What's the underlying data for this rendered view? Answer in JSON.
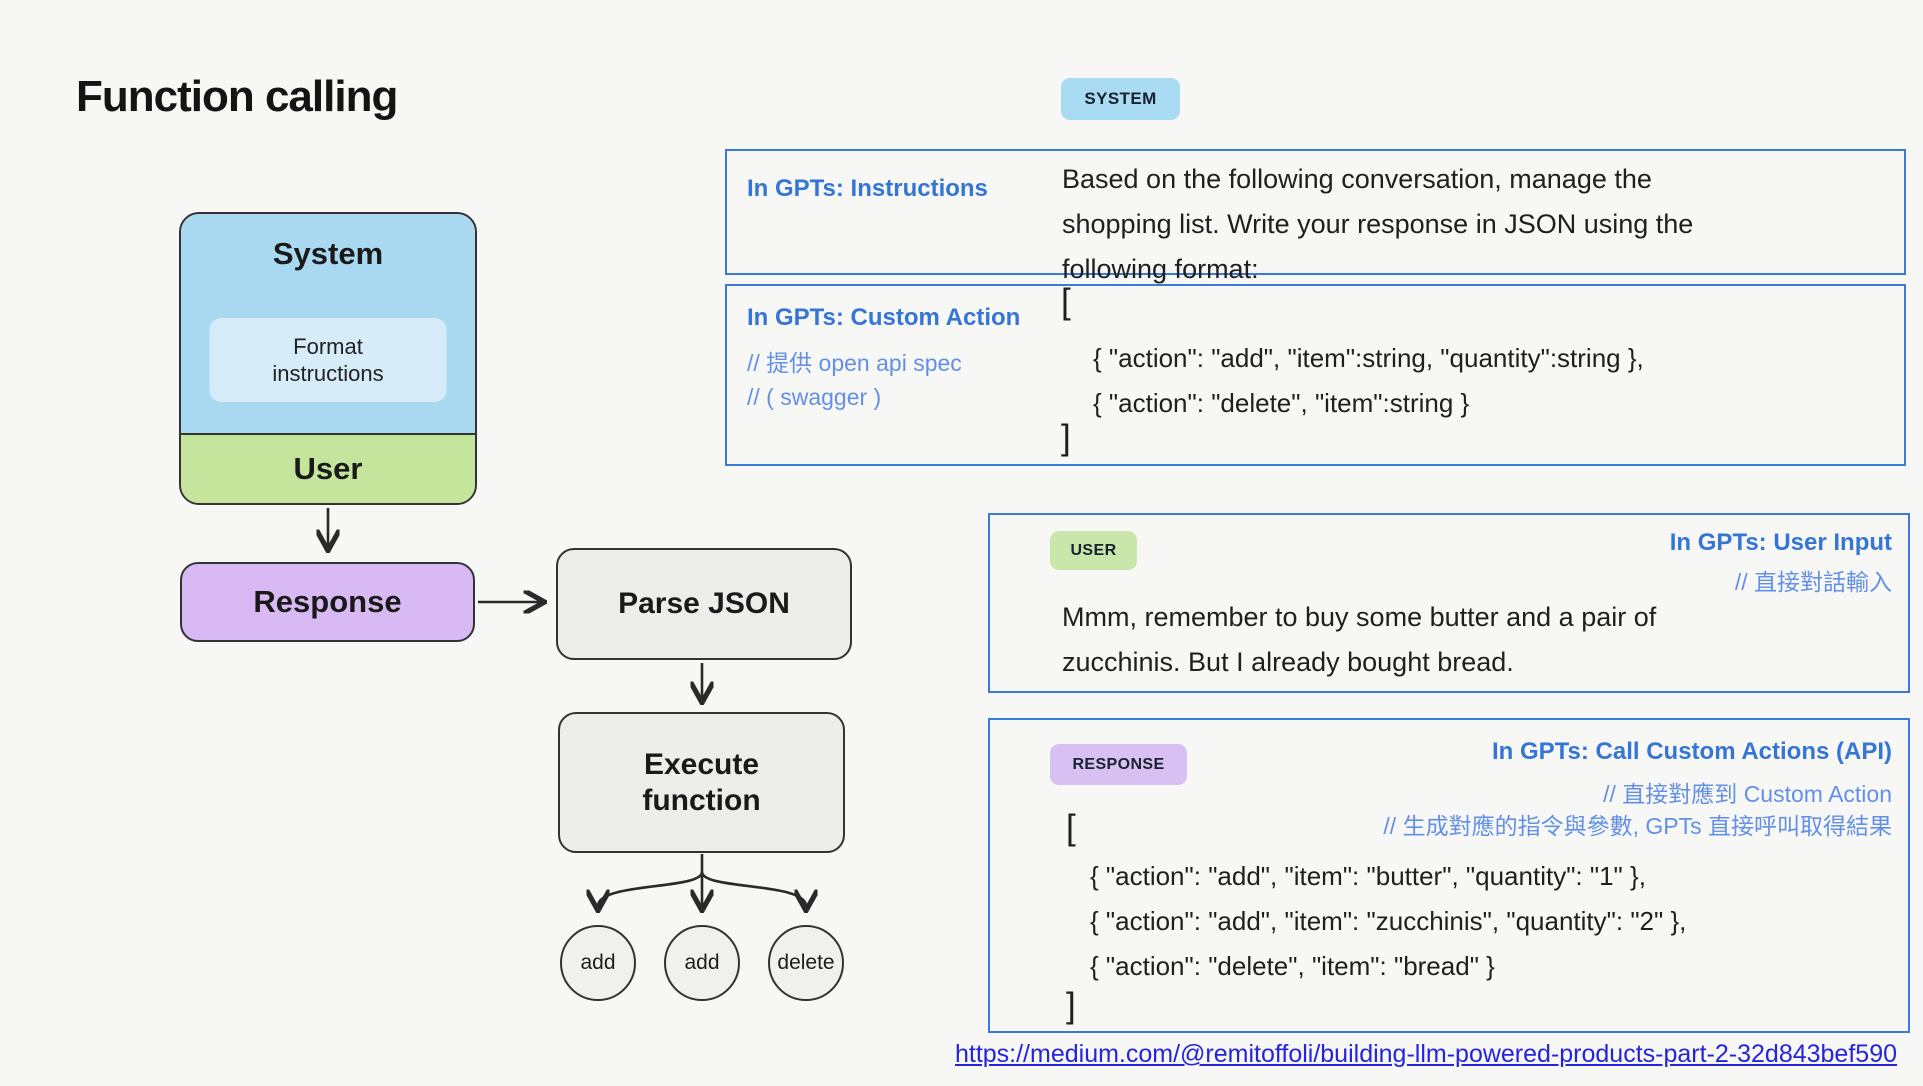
{
  "page": {
    "title": "Function calling",
    "source_link": "https://medium.com/@remitoffoli/building-llm-powered-products-part-2-32d843bef590"
  },
  "colors": {
    "background": "#f7f7f5",
    "system_blue": "#a8d9f0",
    "format_light_blue": "#d6ecf9",
    "user_green": "#c5e49c",
    "response_purple": "#d9b9f4",
    "process_gray": "#ededec",
    "box_border_blue": "#3d79d9",
    "annotation_blue": "#3575d6",
    "comment_blue": "#6390e6",
    "link_blue": "#2424dd"
  },
  "flowchart": {
    "system_label": "System",
    "format_instructions_label": "Format instructions",
    "user_label": "User",
    "response_label": "Response",
    "parse_json_label": "Parse JSON",
    "execute_function_label": "Execute function",
    "function_calls": [
      "add",
      "add",
      "delete"
    ]
  },
  "system_message": {
    "badge": "SYSTEM",
    "instructions": {
      "annotation": "In GPTs: Instructions",
      "lines": [
        "Based on the following conversation, manage the",
        "shopping list. Write your response in JSON using the",
        "following format:"
      ]
    },
    "custom_action": {
      "annotation": "In GPTs: Custom Action",
      "comments": [
        "// 提供 open api spec",
        "// ( swagger )"
      ],
      "code": {
        "open": "[",
        "lines": [
          "{ \"action\": \"add\",  \"item\":string, \"quantity\":string },",
          "{ \"action\": \"delete\", \"item\":string }"
        ],
        "close": "]"
      }
    }
  },
  "user_message": {
    "badge": "USER",
    "annotation": "In GPTs: User Input",
    "comments": [
      "// 直接對話輸入"
    ],
    "lines": [
      "Mmm, remember to buy some butter and a pair of",
      "zucchinis. But I already bought bread."
    ]
  },
  "response_message": {
    "badge": "RESPONSE",
    "annotation": "In GPTs: Call Custom Actions (API)",
    "comments": [
      "// 直接對應到 Custom Action",
      "// 生成對應的指令與參數, GPTs 直接呼叫取得結果"
    ],
    "code": {
      "open": "[",
      "lines": [
        "{ \"action\": \"add\", \"item\": \"butter\", \"quantity\": \"1\" },",
        "{ \"action\": \"add\", \"item\": \"zucchinis\", \"quantity\": \"2\" },",
        "{ \"action\": \"delete\", \"item\": \"bread\" }"
      ],
      "close": "]"
    }
  }
}
